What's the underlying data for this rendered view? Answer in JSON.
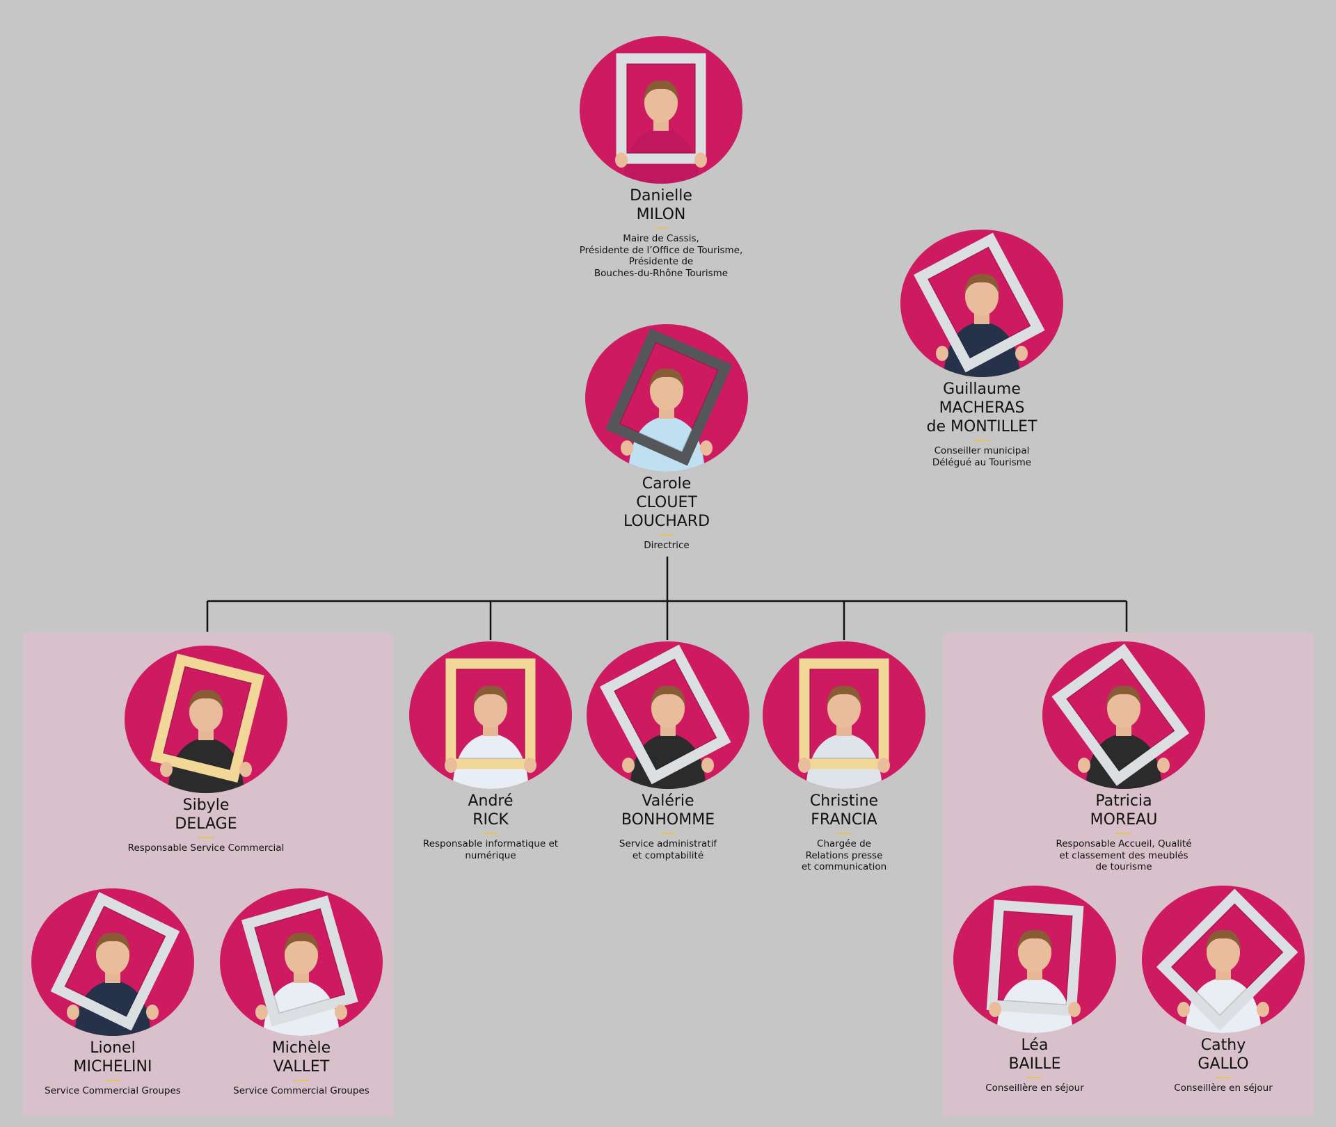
{
  "colors": {
    "background": "#c6c6c6",
    "circle": "#cd1a61",
    "panel": "#d9c1cb",
    "rule": "#e3c45c",
    "frame_silver": "#dcdfe2",
    "frame_gold": "#f1d898",
    "frame_dark": "#54565a"
  },
  "people": [
    {
      "id": "danielle-milon",
      "first_name": "Danielle",
      "last_name": "MILON",
      "role": "Maire de Cassis,\nPrésidente de l’Office de Tourisme,\nPrésidente de\nBouches-du-Rhône Tourisme",
      "frame": "silver",
      "frame_tilt": 0,
      "shirt": "#c0185e"
    },
    {
      "id": "guillaume-macheras",
      "first_name": "Guillaume",
      "last_name": "MACHERAS",
      "last_name_2": "de MONTILLET",
      "role": "Conseiller municipal\nDélégué au Tourisme",
      "frame": "silver",
      "frame_tilt": -28,
      "shirt": "#26324a"
    },
    {
      "id": "carole-clouet-louchard",
      "first_name": "Carole",
      "last_name": "CLOUET",
      "last_name_2": "LOUCHARD",
      "role": "Directrice",
      "frame": "dark",
      "frame_tilt": 24,
      "shirt": "#bfe0f0"
    },
    {
      "id": "sibyle-delage",
      "first_name": "Sibyle",
      "last_name": "DELAGE",
      "role": "Responsable Service Commercial",
      "frame": "gold",
      "frame_tilt": 14,
      "shirt": "#2b2b2b"
    },
    {
      "id": "andre-rick",
      "first_name": "André",
      "last_name": "RICK",
      "role": "Responsable informatique et\nnumérique",
      "frame": "gold",
      "frame_tilt": 0,
      "shirt": "#e8eef5"
    },
    {
      "id": "valerie-bonhomme",
      "first_name": "Valérie",
      "last_name": "BONHOMME",
      "role": "Service administratif\net comptabilité",
      "frame": "silver",
      "frame_tilt": -28,
      "shirt": "#2b2b2b"
    },
    {
      "id": "christine-francia",
      "first_name": "Christine",
      "last_name": "FRANCIA",
      "role": "Chargée de\nRelations presse\net communication",
      "frame": "gold",
      "frame_tilt": 0,
      "shirt": "#dfe4ea"
    },
    {
      "id": "patricia-moreau",
      "first_name": "Patricia",
      "last_name": "MOREAU",
      "role": "Responsable Accueil, Qualité\net classement des meublés\nde tourisme",
      "frame": "silver",
      "frame_tilt": -36,
      "shirt": "#2b2b2b"
    },
    {
      "id": "lionel-michelini",
      "first_name": "Lionel",
      "last_name": "MICHELINI",
      "role": "Service Commercial Groupes",
      "frame": "silver",
      "frame_tilt": 26,
      "shirt": "#26324a"
    },
    {
      "id": "michele-vallet",
      "first_name": "Michèle",
      "last_name": "VALLET",
      "role": "Service Commercial Groupes",
      "frame": "silver",
      "frame_tilt": -16,
      "shirt": "#e9eef4"
    },
    {
      "id": "lea-baille",
      "first_name": "Léa",
      "last_name": "BAILLE",
      "role": "Conseillère en séjour",
      "frame": "silver",
      "frame_tilt": 4,
      "shirt": "#e9eef4"
    },
    {
      "id": "cathy-gallo",
      "first_name": "Cathy",
      "last_name": "GALLO",
      "role": "Conseillère en séjour",
      "frame": "silver",
      "frame_tilt": 45,
      "shirt": "#e9eef4"
    }
  ],
  "connections": [
    {
      "from": "carole-clouet-louchard",
      "to": "sibyle-delage"
    },
    {
      "from": "carole-clouet-louchard",
      "to": "andre-rick"
    },
    {
      "from": "carole-clouet-louchard",
      "to": "valerie-bonhomme"
    },
    {
      "from": "carole-clouet-louchard",
      "to": "christine-francia"
    },
    {
      "from": "carole-clouet-louchard",
      "to": "patricia-moreau"
    }
  ],
  "groups": [
    {
      "id": "service-commercial",
      "members": [
        "sibyle-delage",
        "lionel-michelini",
        "michele-vallet"
      ]
    },
    {
      "id": "accueil",
      "members": [
        "patricia-moreau",
        "lea-baille",
        "cathy-gallo"
      ]
    }
  ]
}
